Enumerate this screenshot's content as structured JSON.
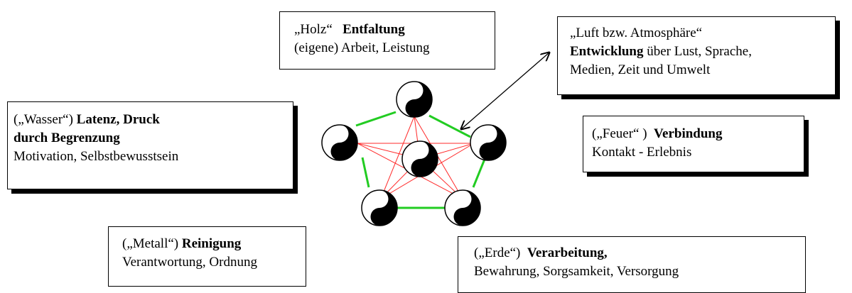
{
  "boxes": {
    "holz": {
      "tag": "„Holz“   ",
      "keyword": "Entfaltung",
      "line2": "(eigene) Arbeit, Leistung"
    },
    "luft": {
      "tag": "„Luft bzw. Atmosphäre“",
      "keyword": "Entwicklung",
      "line2_rest": " über Lust, Sprache,",
      "line3": "Medien, Zeit und  Umwelt"
    },
    "wasser": {
      "tag": "(„Wasser“) ",
      "keyword1": "Latenz,   Druck",
      "keyword2": "durch Begrenzung",
      "line3": "Motivation, Selbstbewusstsein"
    },
    "feuer": {
      "tag": "(„Feuer“ )  ",
      "keyword": "Verbindung",
      "line2": "Kontakt - Erlebnis"
    },
    "metall": {
      "tag": "(„Metall“) ",
      "keyword": "Reinigung",
      "line2": "Verantwortung, Ordnung"
    },
    "erde": {
      "tag": "(„Erde“)  ",
      "keyword": "Verarbeitung,",
      "line2": "Bewahrung, Sorgsamkeit, Versorgung"
    }
  },
  "colors": {
    "generating_cycle": "#22cc22",
    "controlling_cycle": "#ff2a2a",
    "outline": "#000000"
  },
  "nodes": [
    "yin-yang-top",
    "yin-yang-right",
    "yin-yang-lower-right",
    "yin-yang-lower-left",
    "yin-yang-left",
    "yin-yang-center"
  ]
}
